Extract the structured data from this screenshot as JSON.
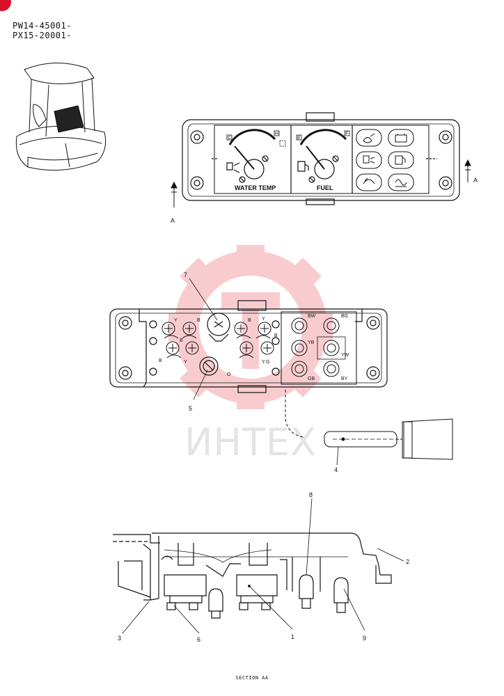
{
  "serial_numbers": [
    "PW14-45001-",
    "PX15-20001-"
  ],
  "watermark": {
    "text": "ИНТЕХ",
    "logo_color": "#f3a3a8"
  },
  "gauges": {
    "water_temp_label": "WATER TEMP",
    "fuel_label": "FUEL",
    "low_mark": "C",
    "high_mark": "H",
    "empty_mark": "E",
    "full_mark": "F"
  },
  "section_markers": {
    "left": "A",
    "right": "A"
  },
  "wire_codes": [
    "Y",
    "B",
    "B",
    "Y",
    "B",
    "B",
    "Y",
    "B",
    "Y",
    "G",
    "O",
    "BW",
    "BG",
    "YB",
    "YW",
    "GB",
    "BY"
  ],
  "callouts": [
    "7",
    "5",
    "4",
    "8",
    "2",
    "3",
    "6",
    "1",
    "9"
  ],
  "section_caption": "SECTION AA",
  "colors": {
    "line": "#111111",
    "badge": "#d6122a"
  }
}
